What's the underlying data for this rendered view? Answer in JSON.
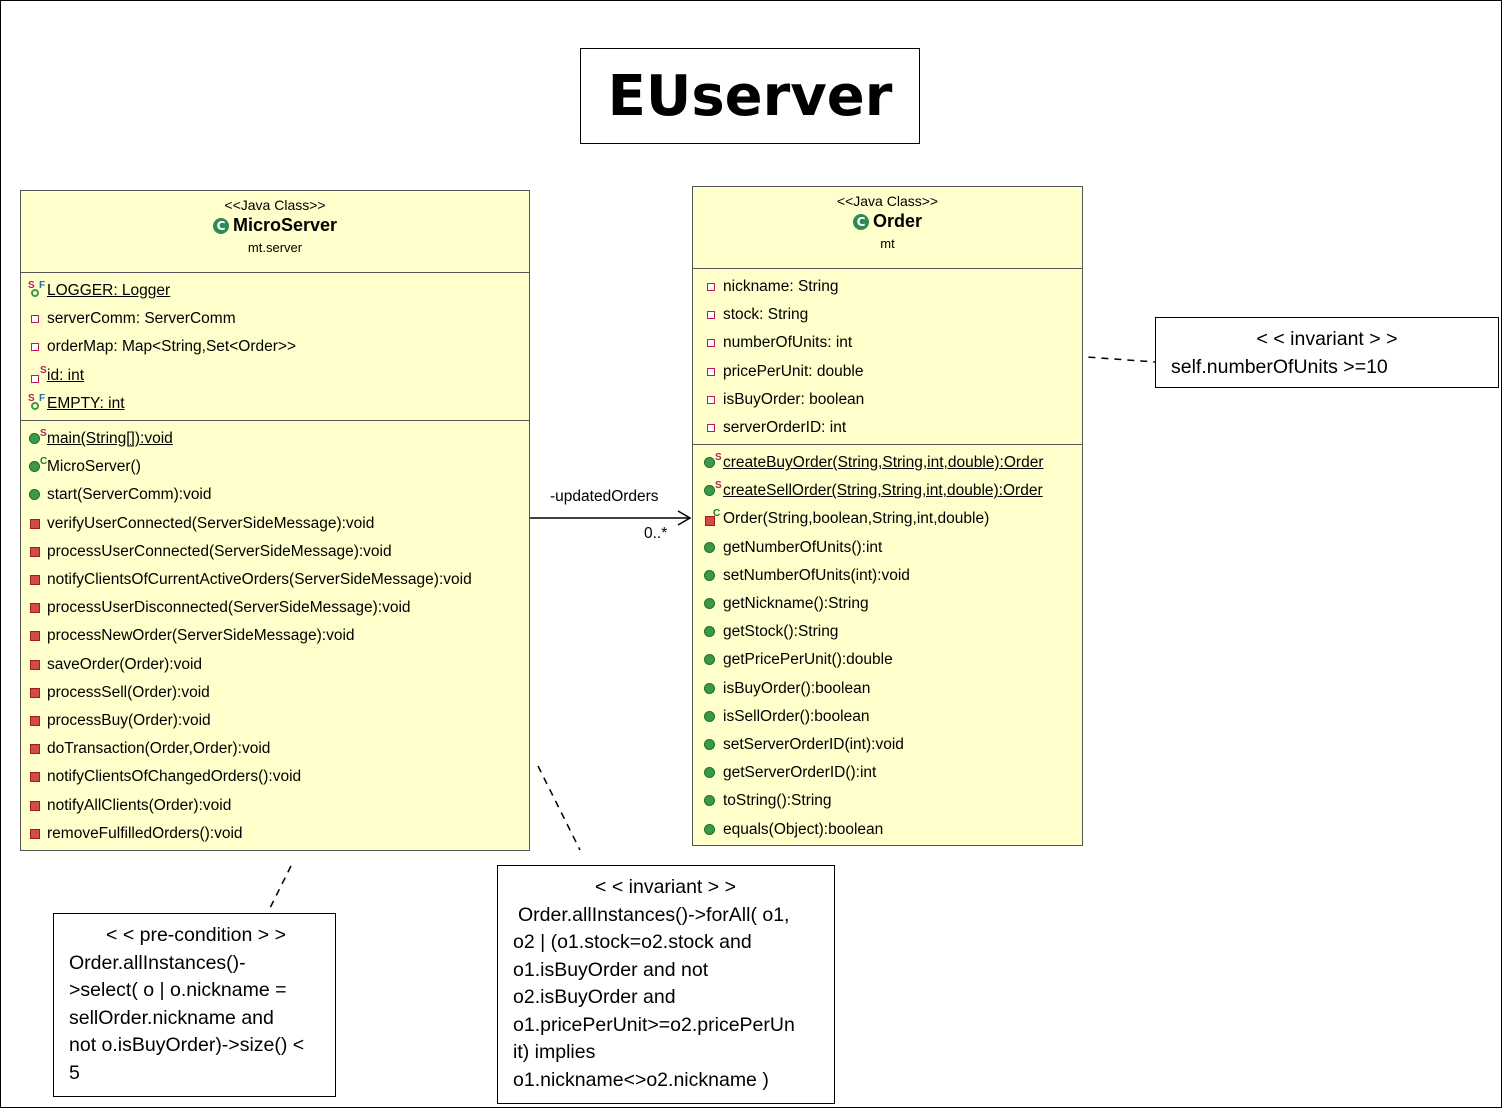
{
  "diagram": {
    "title": "EUserver"
  },
  "microserver": {
    "stereotype": "<<Java Class>>",
    "name": "MicroServer",
    "package": "mt.server",
    "attributes": [
      {
        "text": "LOGGER: Logger",
        "kind": "static-final",
        "underline": true
      },
      {
        "text": "serverComm: ServerComm",
        "kind": "private"
      },
      {
        "text": "orderMap: Map<String,Set<Order>>",
        "kind": "private"
      },
      {
        "text": "id: int",
        "kind": "private-static",
        "underline": true
      },
      {
        "text": "EMPTY: int",
        "kind": "static-final",
        "underline": true
      }
    ],
    "operations": [
      {
        "text": "main(String[]):void",
        "kind": "public-static",
        "underline": true
      },
      {
        "text": "MicroServer()",
        "kind": "public-constructor"
      },
      {
        "text": "start(ServerComm):void",
        "kind": "public"
      },
      {
        "text": "verifyUserConnected(ServerSideMessage):void",
        "kind": "private"
      },
      {
        "text": "processUserConnected(ServerSideMessage):void",
        "kind": "private"
      },
      {
        "text": "notifyClientsOfCurrentActiveOrders(ServerSideMessage):void",
        "kind": "private"
      },
      {
        "text": "processUserDisconnected(ServerSideMessage):void",
        "kind": "private"
      },
      {
        "text": "processNewOrder(ServerSideMessage):void",
        "kind": "private"
      },
      {
        "text": "saveOrder(Order):void",
        "kind": "private"
      },
      {
        "text": "processSell(Order):void",
        "kind": "private"
      },
      {
        "text": "processBuy(Order):void",
        "kind": "private"
      },
      {
        "text": "doTransaction(Order,Order):void",
        "kind": "private"
      },
      {
        "text": "notifyClientsOfChangedOrders():void",
        "kind": "private"
      },
      {
        "text": "notifyAllClients(Order):void",
        "kind": "private"
      },
      {
        "text": "removeFulfilledOrders():void",
        "kind": "private"
      }
    ]
  },
  "order": {
    "stereotype": "<<Java Class>>",
    "name": "Order",
    "package": "mt",
    "attributes": [
      {
        "text": "nickname: String",
        "kind": "private"
      },
      {
        "text": "stock: String",
        "kind": "private"
      },
      {
        "text": "numberOfUnits: int",
        "kind": "private"
      },
      {
        "text": "pricePerUnit: double",
        "kind": "private"
      },
      {
        "text": "isBuyOrder: boolean",
        "kind": "private"
      },
      {
        "text": "serverOrderID: int",
        "kind": "private"
      }
    ],
    "operations": [
      {
        "text": "createBuyOrder(String,String,int,double):Order",
        "kind": "public-static",
        "underline": true
      },
      {
        "text": "createSellOrder(String,String,int,double):Order",
        "kind": "public-static",
        "underline": true
      },
      {
        "text": "Order(String,boolean,String,int,double)",
        "kind": "private-constructor"
      },
      {
        "text": "getNumberOfUnits():int",
        "kind": "public"
      },
      {
        "text": "setNumberOfUnits(int):void",
        "kind": "public"
      },
      {
        "text": "getNickname():String",
        "kind": "public"
      },
      {
        "text": "getStock():String",
        "kind": "public"
      },
      {
        "text": "getPricePerUnit():double",
        "kind": "public"
      },
      {
        "text": "isBuyOrder():boolean",
        "kind": "public"
      },
      {
        "text": "isSellOrder():boolean",
        "kind": "public"
      },
      {
        "text": "setServerOrderID(int):void",
        "kind": "public"
      },
      {
        "text": "getServerOrderID():int",
        "kind": "public"
      },
      {
        "text": "toString():String",
        "kind": "public"
      },
      {
        "text": "equals(Object):boolean",
        "kind": "public"
      }
    ]
  },
  "association": {
    "role": "-updatedOrders",
    "multiplicity": "0..*"
  },
  "notes": {
    "units_invariant": {
      "heading": "< < invariant > >",
      "lines": [
        "self.numberOfUnits >=10"
      ]
    },
    "orders_invariant": {
      "heading": "< < invariant > >",
      "lines": [
        "Order.allInstances()->forAll( o1,",
        "o2 | (o1.stock=o2.stock and",
        "o1.isBuyOrder and not",
        "o2.isBuyOrder and",
        "o1.pricePerUnit>=o2.pricePerUn",
        "it) implies",
        "o1.nickname<>o2.nickname )"
      ]
    },
    "precondition": {
      "heading": "< < pre-condition > >",
      "lines": [
        "Order.allInstances()-",
        ">select( o | o.nickname =",
        "sellOrder.nickname and",
        "not o.isBuyOrder)->size() <",
        "5"
      ]
    }
  }
}
